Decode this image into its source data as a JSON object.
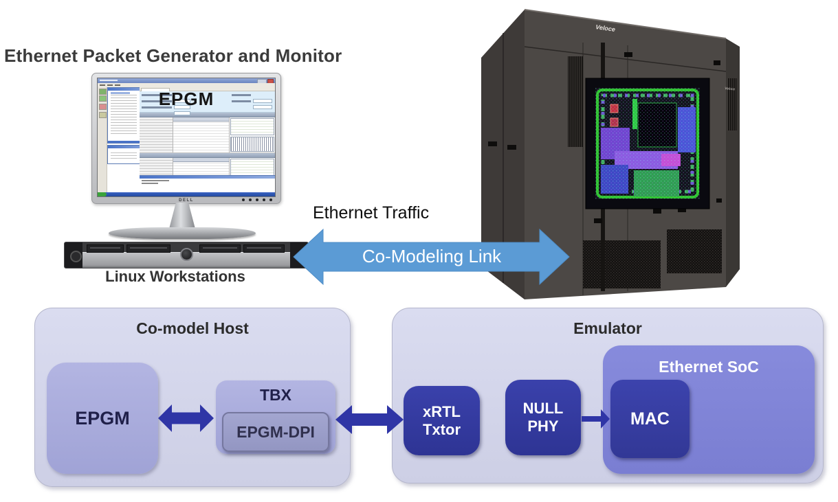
{
  "colors": {
    "arrow_blue": "#5b9bd5",
    "dark_arrow_blue": "#2f35a6",
    "container_lavender": "#d3d5e9",
    "box_lavender": "#a9abd9",
    "dark_box_blue": "#323a9e",
    "soc_purple": "#7f83d6"
  },
  "top": {
    "workstation_title": "Ethernet Packet Generator and Monitor",
    "screen_title": "EPGM",
    "monitor_brand": "DELL",
    "workstation_caption": "Linux Workstations",
    "traffic_label": "Ethernet Traffic",
    "link_label": "Co-Modeling Link",
    "cabinet_brand": "Veloce"
  },
  "diagram": {
    "host": {
      "title": "Co-model Host",
      "epgm": "EPGM",
      "tbx": "TBX",
      "dpi": "EPGM-DPI"
    },
    "emu": {
      "title": "Emulator",
      "xrtl_line1": "xRTL",
      "xrtl_line2": "Txtor",
      "phy_line1": "NULL",
      "phy_line2": "PHY",
      "soc": "Ethernet SoC",
      "mac": "MAC"
    }
  }
}
